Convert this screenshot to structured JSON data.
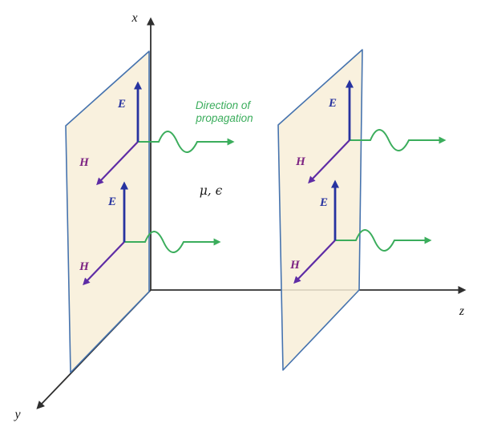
{
  "diagram": {
    "axes": {
      "x": "x",
      "y": "y",
      "z": "z"
    },
    "field_labels": {
      "e": "E",
      "h": "H"
    },
    "propagation": {
      "line1": "Direction of",
      "line2": "propagation"
    },
    "medium": "μ, ϵ",
    "colors": {
      "e_field": "#2733a0",
      "h_field_arrow": "#5e2ca5",
      "h_field_label": "#7d2483",
      "propagation_green": "#3bad5c",
      "plane_fill": "#f8efd8",
      "plane_border": "#4673ae",
      "axis": "#2f2f2f",
      "background": "#ffffff"
    }
  }
}
